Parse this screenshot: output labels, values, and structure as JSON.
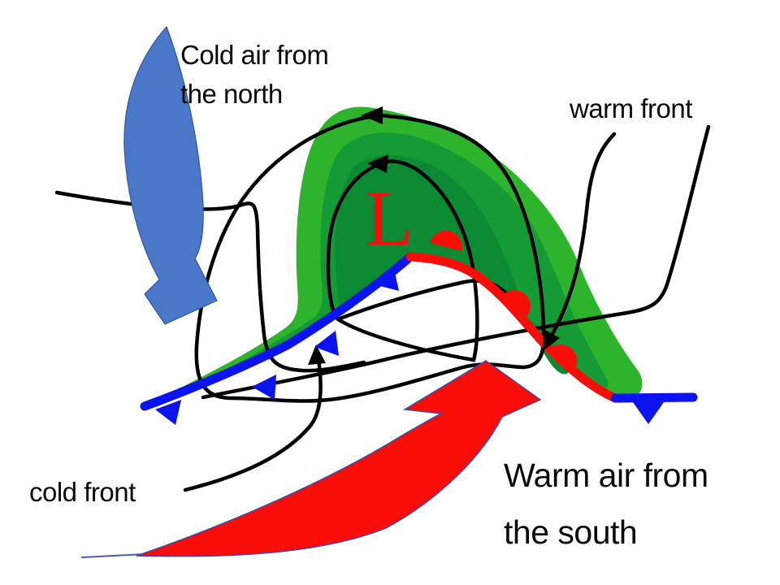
{
  "diagram_type": "weather-fronts-cyclone-diagram",
  "labels": {
    "cold_air_line1": "Cold air from",
    "cold_air_line2": "the north",
    "warm_front": "warm front",
    "cold_front": "cold front",
    "warm_air_line1": "Warm air from",
    "warm_air_line2": "the south",
    "low_pressure_symbol": "L"
  },
  "icons": {
    "cold_air_arrow": "curved-block-arrow-pointing-south",
    "warm_air_arrow": "curved-block-arrow-pointing-northeast",
    "cold_front_symbol": "blue-line-with-triangles",
    "warm_front_symbol": "red-line-with-semicircles",
    "isobars": "black-streamlines-with-arrowheads-counterclockwise"
  },
  "colors": {
    "cloud_light_green": "#2db32c",
    "cloud_mid_green": "#149b35",
    "cloud_dark_green": "#0b8a33",
    "cold_front_blue": "#0b13f0",
    "warm_front_red": "#f90d09",
    "cold_air_arrow_blue": "#4b77c8",
    "warm_air_arrow_red": "#f90d09",
    "isobar_black": "#000000",
    "text_black": "#0a0a0a"
  }
}
